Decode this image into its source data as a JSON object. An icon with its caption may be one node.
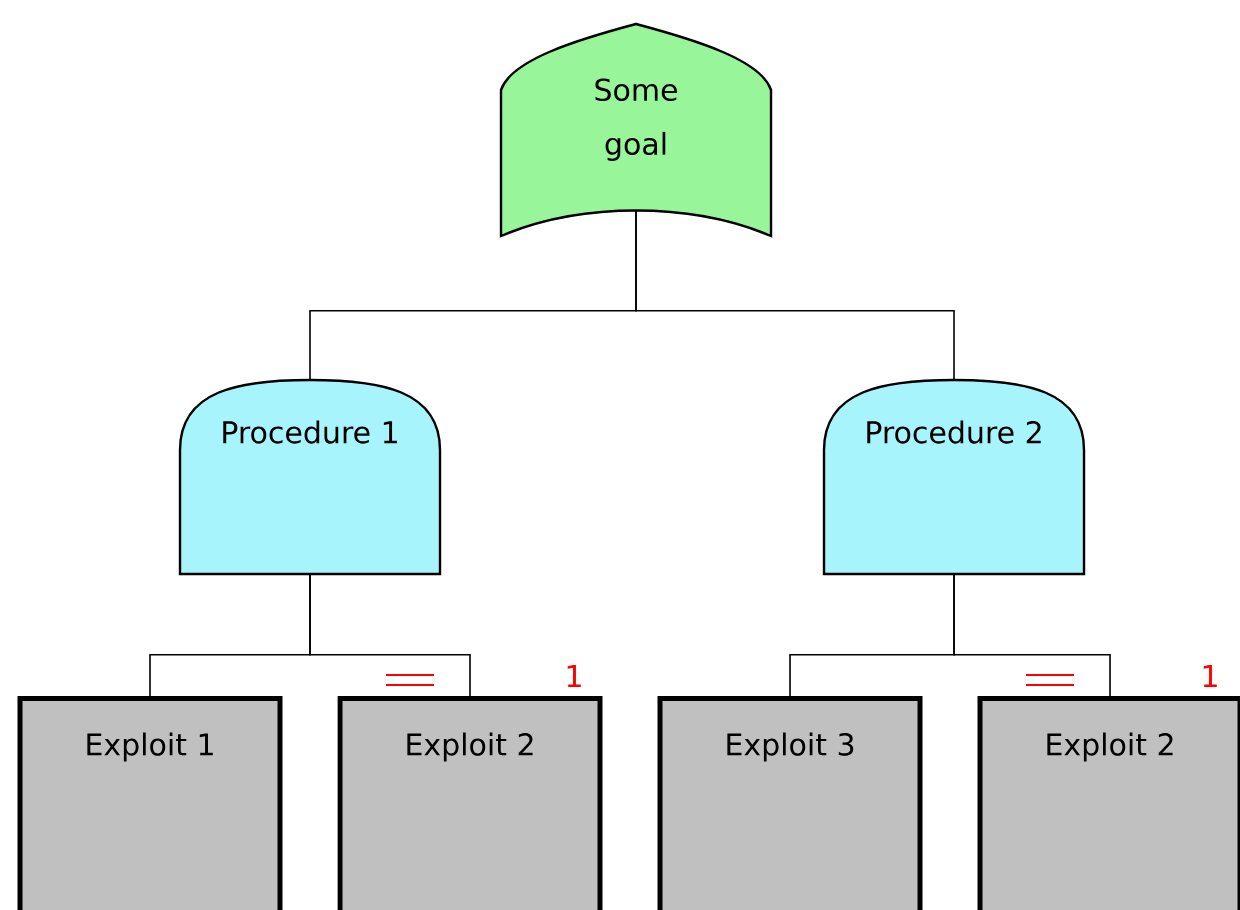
{
  "diagram": {
    "nodes": [
      {
        "text": [
          "Some goal"
        ]
      },
      {
        "text": [
          "Procedure 1"
        ]
      },
      {
        "text": [
          "Procedure 2"
        ]
      },
      {
        "text": [
          "Exploit 1"
        ]
      },
      {
        "text": [
          "Exploit 2"
        ]
      },
      {
        "text": [
          "Exploit 3"
        ]
      },
      {
        "text": [
          "Exploit 2"
        ]
      }
    ],
    "edges": [
      {
        "from": 0,
        "to": 1,
        "arrow": "none"
      },
      {
        "from": 0,
        "to": 2,
        "arrow": "none"
      },
      {
        "from": 1,
        "to": 3,
        "arrow": "none"
      },
      {
        "from": 1,
        "to": 4,
        "arrow": "none"
      },
      {
        "from": 2,
        "to": 5,
        "arrow": "none"
      },
      {
        "from": 2,
        "to": 6,
        "arrow": "none"
      }
    ],
    "labels": [
      "1",
      "1"
    ]
  }
}
